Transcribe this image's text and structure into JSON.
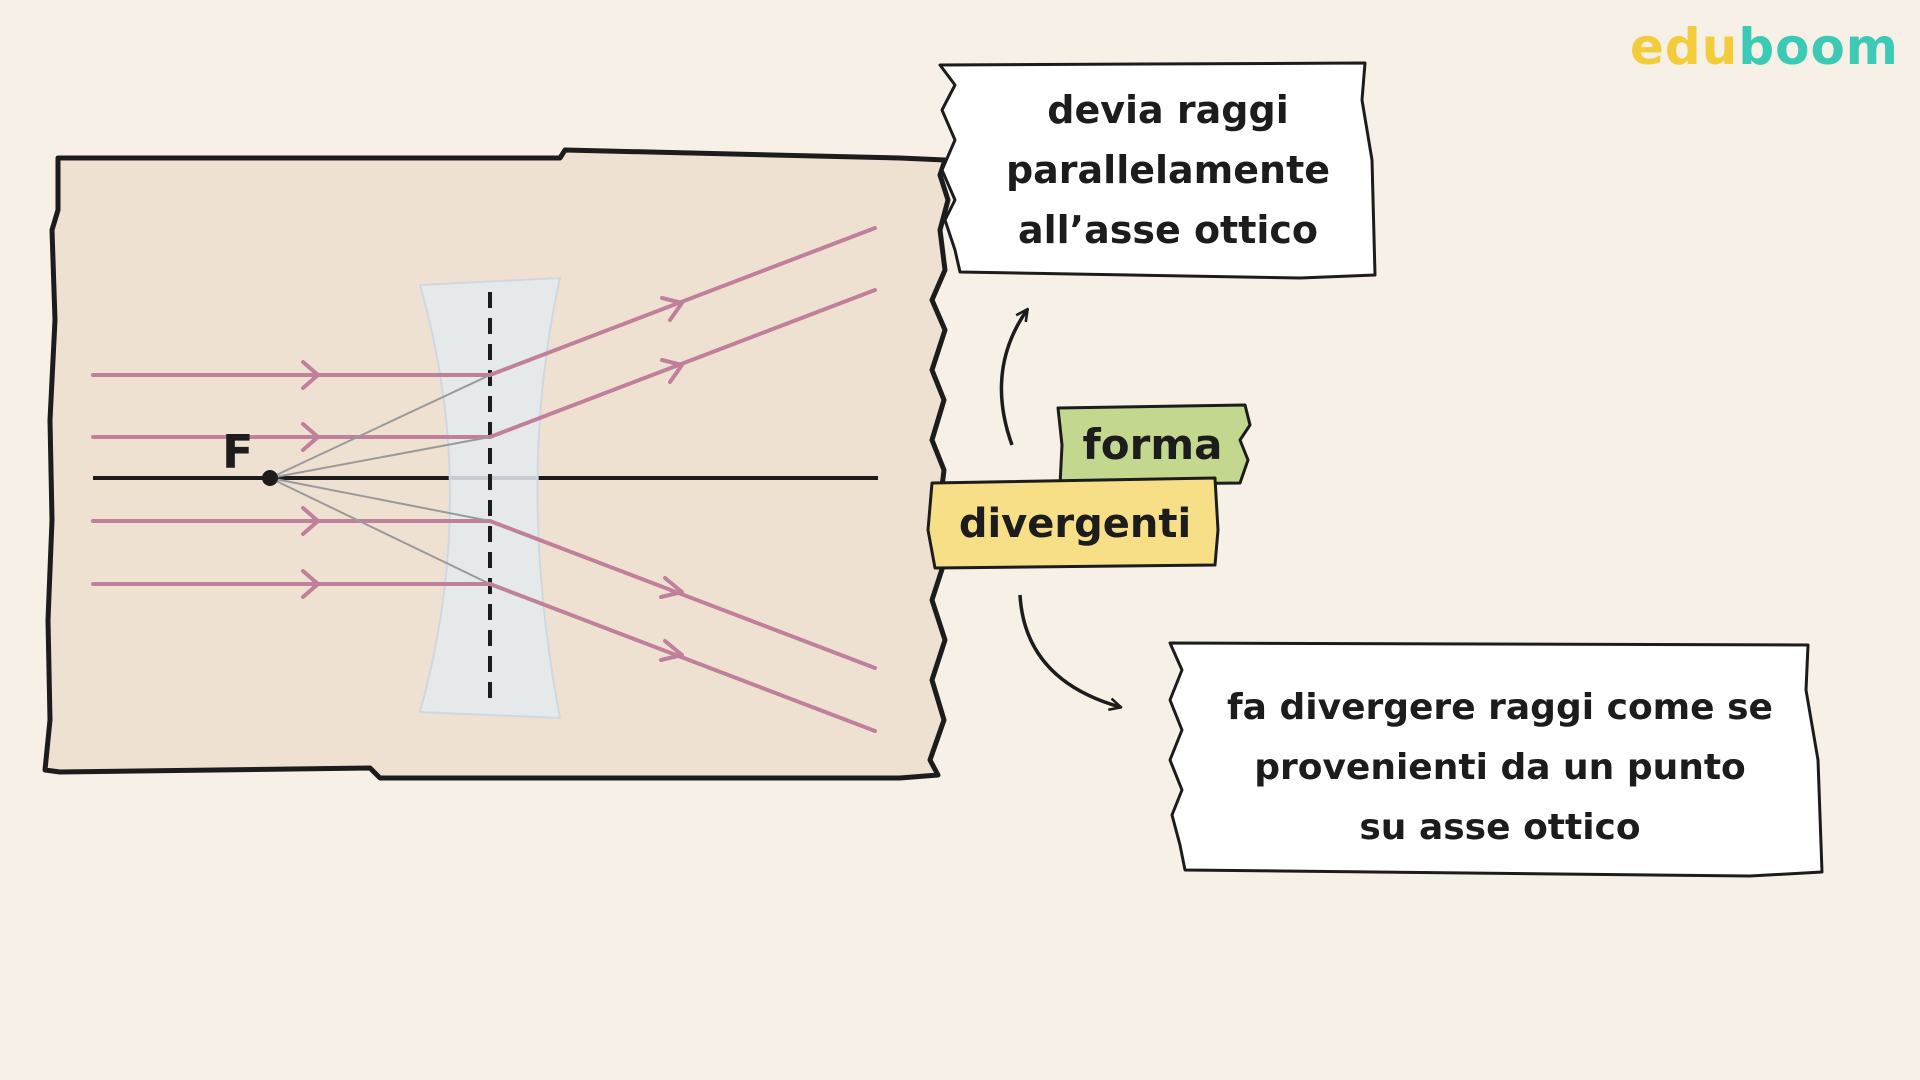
{
  "brand": {
    "logo_part1": "edu",
    "logo_part2": "boom"
  },
  "diagram": {
    "focus_label": "F"
  },
  "tags": {
    "forma": "forma",
    "divergenti": "divergenti"
  },
  "notes": {
    "top": [
      "devia raggi",
      "parallelamente",
      "all’asse ottico"
    ],
    "bottom": [
      "fa divergere raggi come se",
      "provenienti da un punto",
      "su asse ottico"
    ]
  },
  "colors": {
    "ray": "#c0809c",
    "paper": "#efe1d2",
    "tag_green": "#c3d88e",
    "tag_yellow": "#f6df86",
    "background": "#f6f0e6"
  }
}
